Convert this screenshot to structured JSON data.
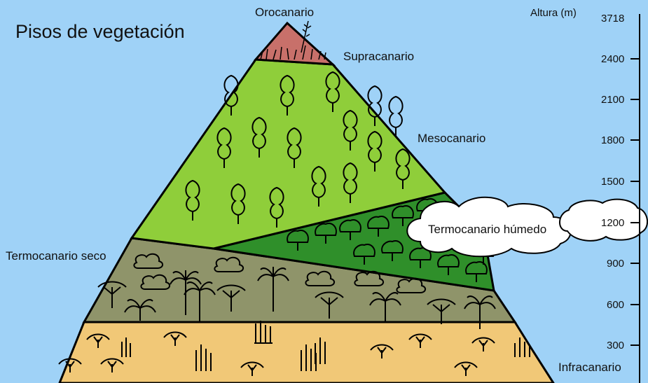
{
  "title": "Pisos de vegetación",
  "zones": {
    "orocanario": "Orocanario",
    "supracanario": "Supracanario",
    "mesocanario": "Mesocanario",
    "termo_humedo": "Termocanario húmedo",
    "termo_seco": "Termocanario seco",
    "infracanario": "Infracanario"
  },
  "altitude_axis": {
    "title": "Altura (m)",
    "ticks": [
      "3718",
      "2400",
      "2100",
      "1800",
      "1500",
      "1200",
      "900",
      "600",
      "300"
    ]
  },
  "colors": {
    "sky": "#9fd2f7",
    "orocanario": "#c8706a",
    "supracanario_mesocanario": "#8fce3a",
    "termo_humedo": "#2f8f2a",
    "termo_seco": "#8f946a",
    "infracanario": "#f1c877",
    "cloud": "#ffffff"
  },
  "icons": {
    "pine": "pine-tree-icon",
    "round_tree": "round-tree-icon",
    "palm": "palm-tree-icon",
    "dragon_tree": "dragon-tree-icon",
    "shrub": "shrub-icon",
    "cactus": "cactus-icon"
  }
}
